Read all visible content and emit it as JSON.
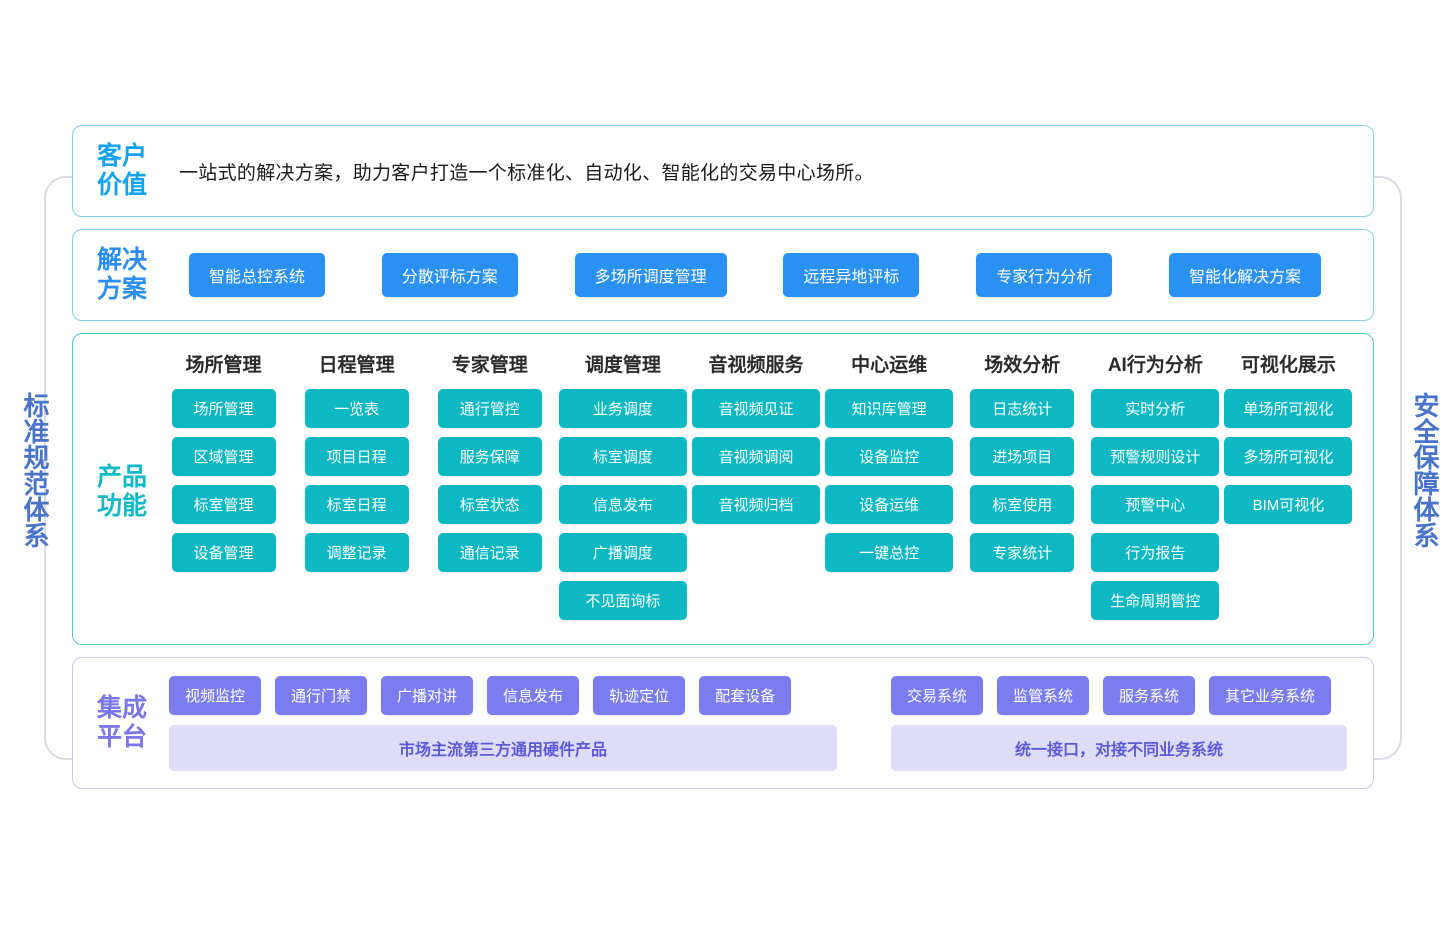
{
  "sides": {
    "left_label": "标准规范体系",
    "right_label": "安全保障体系",
    "label_color": "#4a74c9"
  },
  "value": {
    "label": "客户\n价值",
    "text": "一站式的解决方案，助力客户打造一个标准化、自动化、智能化的交易中心场所。",
    "accent": "#12a2f0"
  },
  "solution": {
    "label": "解决\n方案",
    "accent": "#2a90f2",
    "chips": [
      "智能总控系统",
      "分散评标方案",
      "多场所调度管理",
      "远程异地评标",
      "专家行为分析",
      "智能化解决方案"
    ]
  },
  "product": {
    "label": "产品\n功能",
    "accent": "#0db8c3",
    "columns": [
      {
        "title": "场所管理",
        "items": [
          "场所管理",
          "区域管理",
          "标室管理",
          "设备管理"
        ]
      },
      {
        "title": "日程管理",
        "items": [
          "一览表",
          "项目日程",
          "标室日程",
          "调整记录"
        ]
      },
      {
        "title": "专家管理",
        "items": [
          "通行管控",
          "服务保障",
          "标室状态",
          "通信记录"
        ]
      },
      {
        "title": "调度管理",
        "items": [
          "业务调度",
          "标室调度",
          "信息发布",
          "广播调度",
          "不见面询标"
        ]
      },
      {
        "title": "音视频服务",
        "items": [
          "音视频见证",
          "音视频调阅",
          "音视频归档"
        ]
      },
      {
        "title": "中心运维",
        "items": [
          "知识库管理",
          "设备监控",
          "设备运维",
          "一键总控"
        ]
      },
      {
        "title": "场效分析",
        "items": [
          "日志统计",
          "进场项目",
          "标室使用",
          "专家统计"
        ]
      },
      {
        "title": "AI行为分析",
        "items": [
          "实时分析",
          "预警规则设计",
          "预警中心",
          "行为报告",
          "生命周期管控"
        ]
      },
      {
        "title": "可视化展示",
        "items": [
          "单场所可视化",
          "多场所可视化",
          "BIM可视化"
        ]
      }
    ]
  },
  "integration": {
    "label": "集成\n平台",
    "accent": "#7b77ea",
    "group_hardware": {
      "chips": [
        "视频监控",
        "通行门禁",
        "广播对讲",
        "信息发布",
        "轨迹定位",
        "配套设备"
      ],
      "bar": "市场主流第三方通用硬件产品"
    },
    "group_systems": {
      "chips": [
        "交易系统",
        "监管系统",
        "服务系统",
        "其它业务系统"
      ],
      "bar": "统一接口，对接不同业务系统"
    }
  }
}
